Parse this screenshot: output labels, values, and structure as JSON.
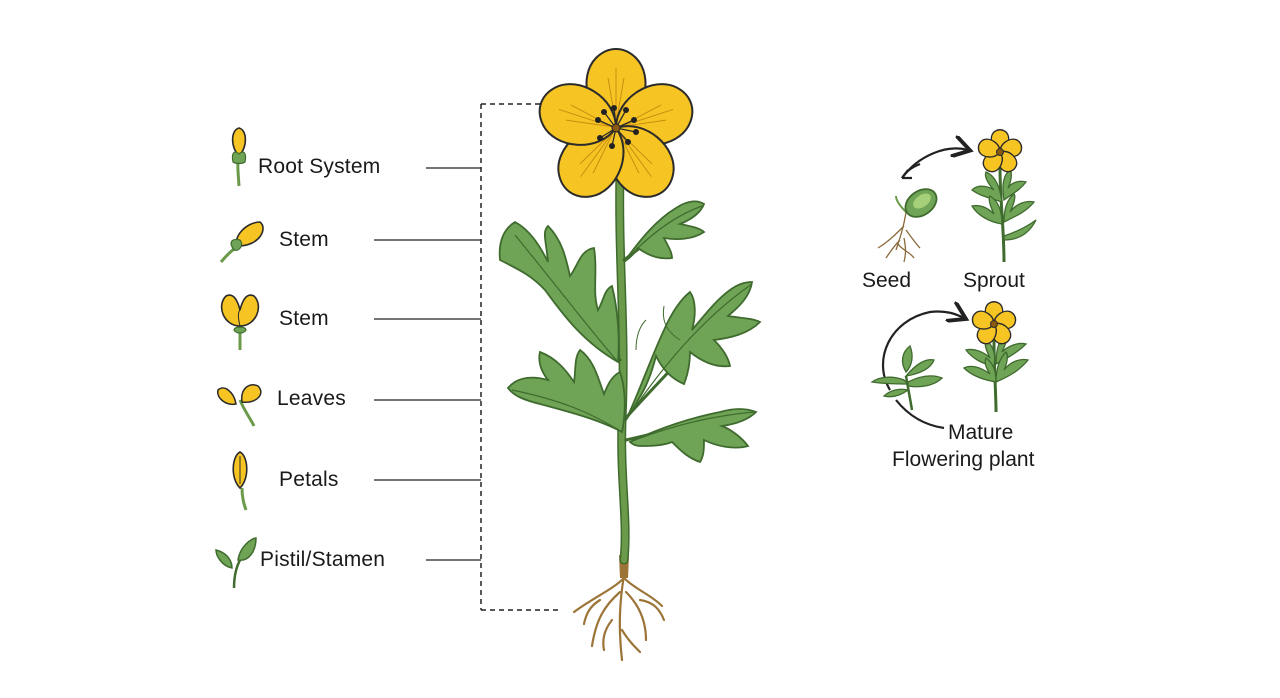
{
  "parts": {
    "labels": [
      "Root System",
      "Stem",
      "Stem",
      "Leaves",
      "Petals",
      "Pistil/Stamen"
    ]
  },
  "life_cycle": {
    "seed": "Seed",
    "sprout": "Sprout",
    "mature_line1": "Mature",
    "mature_line2": "Flowering plant"
  },
  "colors": {
    "petal": "#f6c523",
    "petal_outline": "#2b2b2b",
    "leaf": "#6fa356",
    "leaf_dark": "#3f6b2e",
    "stem": "#6b9a4a",
    "root": "#9c7438",
    "line": "#222222"
  }
}
